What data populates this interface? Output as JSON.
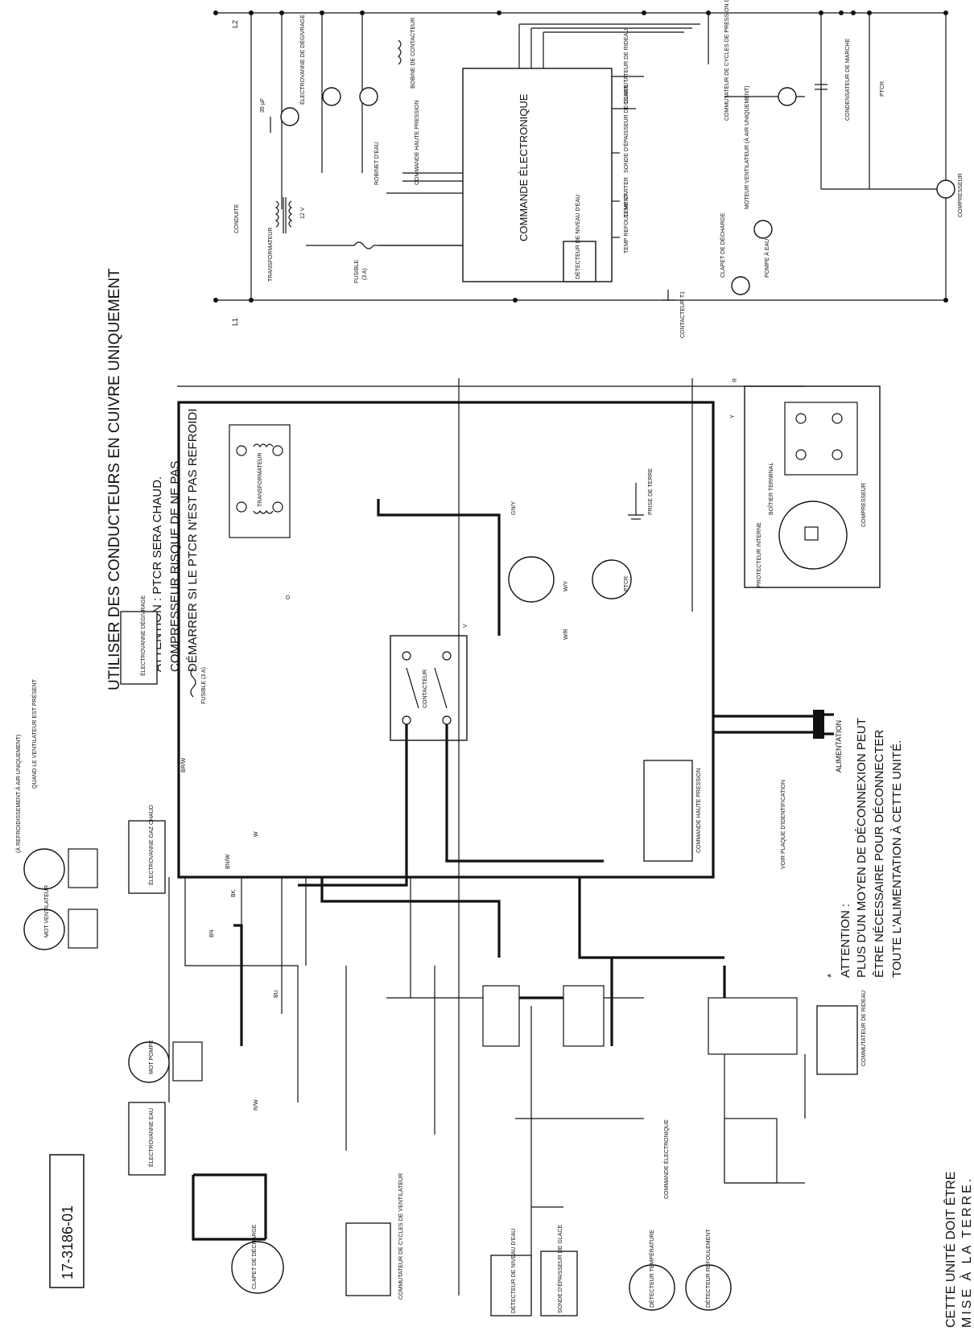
{
  "diagram": {
    "part_number": "17-3186-01",
    "heading_copper": "UTILISER DES CONDUCTEURS EN CUIVRE UNIQUEMENT",
    "ptcr_warning": {
      "line1": "ATTENTION : PTCR SERA CHAUD.",
      "line2": "COMPRESSEUR RISQUE DE NE PAS",
      "line3": "DÉMARRER SI LE PTCR N'EST PAS REFROIDI"
    },
    "attention_label": "ATTENTION :",
    "disconnect_note": {
      "line1": "PLUS D'UN MOYEN DE DÉCONNEXION PEUT",
      "line2": "ÊTRE NÉCESSAIRE POUR DÉCONNECTER",
      "line3": "TOUTE L'ALIMENTATION À CETTE UNITÉ."
    },
    "ground_note": {
      "line1": "CETTE UNITÉ DOIT ÊTRE",
      "line2": "MISE À LA TERRE."
    },
    "schematic": {
      "l1": "L1",
      "l2": "L2",
      "electronic_control": "COMMANDE ÉLECTRONIQUE",
      "conduite": "CONDUITE",
      "transformer": "TRANSFORMATEUR",
      "v12": "12 V",
      "fuse": "FUSIBLE",
      "fuse_rating": "(3 A)",
      "high_pressure": "COMMANDE HAUTE PRESSION",
      "contactor_t1": "CONTACTEUR T1",
      "water_pump": "POMPE À EAU",
      "discharge_valve": "CLAPET DE DÉCHARGE",
      "water_valve": "ROBINET D'EAU",
      "defrost_valve": "ÉLECTROVANNE DE DÉGIVRAGE",
      "contactor_coil": "BOBINE DE CONTACTEUR",
      "curtain_switch": "COMMUTATEUR DE RIDEAU",
      "ice_probe": "SONDE D'ÉPAISSEUR DE GLACE",
      "temp_carter": "TEMP CARTER",
      "temp_refoulement": "TEMP REFOULEMENT",
      "water_level": "DÉTECTEUR DE NIVEAU D'EAU",
      "fan_motor": "MOTEUR VENTILATEUR (À AIR UNIQUEMENT)",
      "fan_cycle": "COMMUTATEUR DE CYCLES DE PRESSION DE VENTILATEUR (À AIR UNIQUEMENT)",
      "ptcr": "PTCR",
      "run_cap": "CONDENSATEUR DE MARCHE",
      "compressor": "COMPRESSEUR",
      "cap_value": "35 µF"
    },
    "wiring": {
      "transformer": "TRANSFORMATEUR",
      "contactor": "CONTACTEUR",
      "ground": "PRISE DE TERRE",
      "terminal_box": "BOÎTIER TERMINAL",
      "internal_overload": "PROTECTEUR INTERNE",
      "compressor": "COMPRESSEUR",
      "power": "ALIMENTATION",
      "electronic_control": "COMMANDE ÉLECTRONIQUE",
      "curtain_switch": "COMMUTATEUR DE RIDEAU",
      "water_valve_solenoid": "ÉLECTROVANNE EAU",
      "defrost_solenoid": "ÉLECTROVANNE DÉGIVRAGE",
      "hot_gas_solenoid": "ÉLECTROVANNE GAZ CHAUD",
      "pump_motor": "MOT POMPE",
      "fan_motor": "MOT VENTILATEUR",
      "discharge_valve": "CLAPET DE DÉCHARGE",
      "water_level": "DÉTECTEUR DE NIVEAU D'EAU",
      "ice_probe": "SONDE D'ÉPAISSEUR DE GLACE",
      "temp_sensor": "DÉTECTEUR TEMPÉRATURE",
      "refoul_sensor": "DÉTECTEUR REFOULEMENT",
      "fan_cycle": "COMMUTATEUR DE CYCLES DE VENTILATEUR",
      "high_pressure": "COMMANDE HAUTE PRESSION",
      "nameplate": "VOIR PLAQUE D'IDENTIFICATION",
      "fuse": "FUSIBLE (3 A)",
      "ptcr": "PTCR",
      "when_present": "QUAND LE VENTILATEUR EST PRÉSENT",
      "air_only": "(À REFROIDISSEMENT À AIR UNIQUEMENT)"
    },
    "wire_colors": [
      "BK",
      "W",
      "R",
      "Y",
      "V",
      "BN",
      "BU",
      "O",
      "GN/Y",
      "BR/W",
      "R/W",
      "W/R",
      "W/Y",
      "BN/W"
    ]
  }
}
